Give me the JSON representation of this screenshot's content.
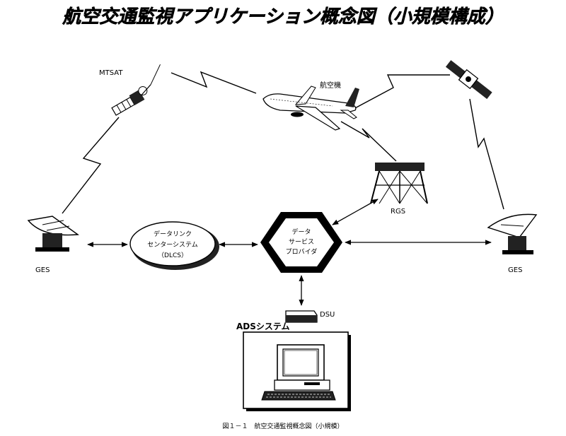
{
  "title": "航空交通監視アプリケーション概念図（小規模構成）",
  "caption": "図１－１　航空交通監視概念図（小規模）",
  "nodes": {
    "mtsat": "MTSAT",
    "aircraft": "航空機",
    "rgs": "RGS",
    "ges_left": "GES",
    "ges_right": "GES",
    "dlcs_line1": "データリンク",
    "dlcs_line2": "センターシステム",
    "dlcs_line3": "（DLCS）",
    "dsp_line1": "データ",
    "dsp_line2": "サービス",
    "dsp_line3": "プロバイダ",
    "dsu": "DSU",
    "ads": "ADSシステム"
  }
}
